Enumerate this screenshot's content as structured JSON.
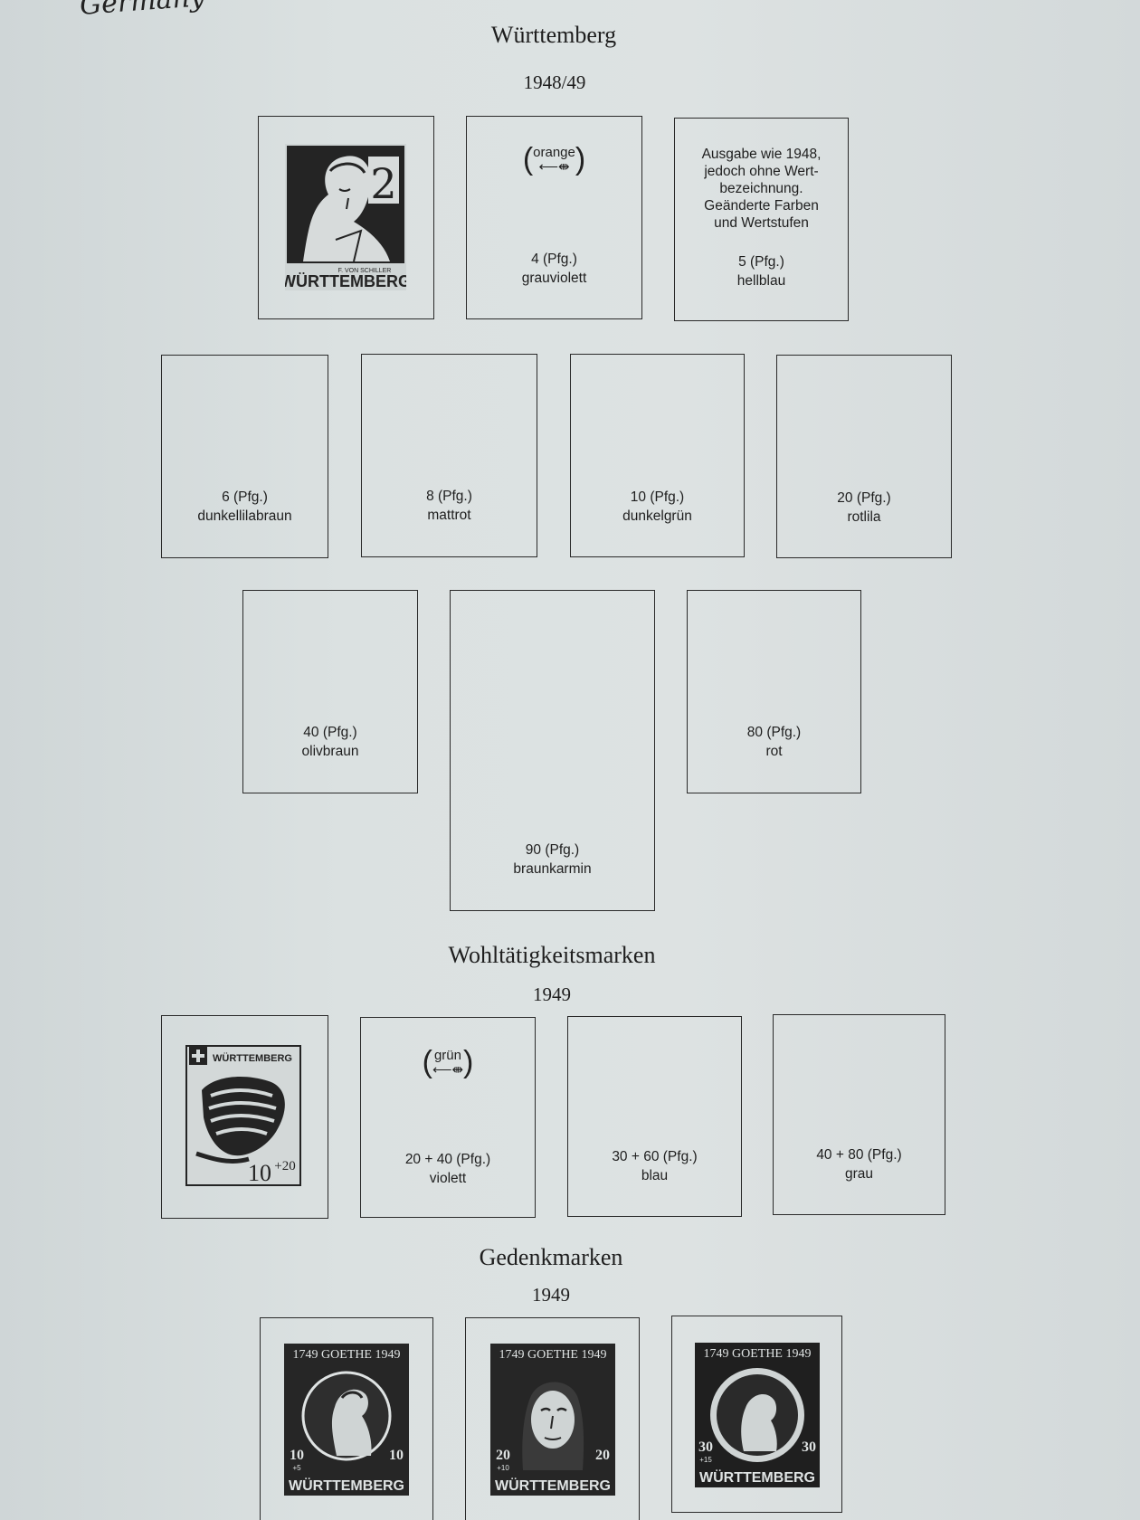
{
  "corner": "Germany",
  "section1": {
    "title": "Württemberg",
    "year": "1948/49",
    "stamp_text": {
      "value": "2",
      "artist": "F. VON SCHILLER",
      "country": "WÜRTTEMBERG"
    },
    "hint": {
      "color": "orange"
    },
    "note": [
      "Ausgabe wie 1948,",
      "jedoch ohne Wert-",
      "bezeichnung.",
      "Geänderte Farben",
      "und Wertstufen"
    ],
    "row1": [
      {
        "value": "4 (Pfg.)",
        "color": "grauviolett"
      },
      {
        "value": "5 (Pfg.)",
        "color": "hellblau"
      }
    ],
    "row2": [
      {
        "value": "6 (Pfg.)",
        "color": "dunkellilabraun"
      },
      {
        "value": "8 (Pfg.)",
        "color": "mattrot"
      },
      {
        "value": "10 (Pfg.)",
        "color": "dunkelgrün"
      },
      {
        "value": "20 (Pfg.)",
        "color": "rotlila"
      }
    ],
    "row3": [
      {
        "value": "40 (Pfg.)",
        "color": "olivbraun"
      },
      {
        "value": "90 (Pfg.)",
        "color": "braunkarmin"
      },
      {
        "value": "80 (Pfg.)",
        "color": "rot"
      }
    ]
  },
  "section2": {
    "title": "Wohltätigkeitsmarken",
    "year": "1949",
    "stamp_text": {
      "country": "WÜRTTEMBERG",
      "value": "10",
      "surcharge": "+20"
    },
    "hint": {
      "color": "grün"
    },
    "items": [
      {
        "value": "20 + 40 (Pfg.)",
        "color": "violett"
      },
      {
        "value": "30 + 60 (Pfg.)",
        "color": "blau"
      },
      {
        "value": "40 + 80 (Pfg.)",
        "color": "grau"
      }
    ]
  },
  "section3": {
    "title": "Gedenkmarken",
    "year": "1949",
    "stamps": [
      {
        "top": "1749 GOETHE 1949",
        "value": "10",
        "surcharge": "+5",
        "country": "WÜRTTEMBERG"
      },
      {
        "top": "1749 GOETHE 1949",
        "value": "20",
        "surcharge": "+10",
        "country": "WÜRTTEMBERG"
      },
      {
        "top": "1749 GOETHE 1949",
        "value": "30",
        "surcharge": "+15",
        "country": "WÜRTTEMBERG"
      }
    ]
  },
  "colors": {
    "ink": "#1c1c1c",
    "paper": "#d9dfdf",
    "stamp_dark": "#262626"
  }
}
